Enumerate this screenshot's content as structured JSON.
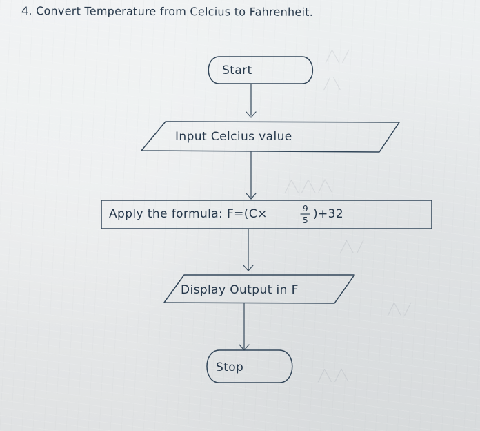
{
  "page": {
    "title": "4. Convert Temperature from Celcius to Fahrenheit."
  },
  "flowchart": {
    "start_label": "Start",
    "input_label": "Input Celcius value",
    "process_label_prefix": "Apply the formula: F=(C×",
    "process_fraction_numerator": "9",
    "process_fraction_denominator": "5",
    "process_label_suffix": ")+32",
    "output_label": "Display Output in F",
    "stop_label": "Stop"
  }
}
